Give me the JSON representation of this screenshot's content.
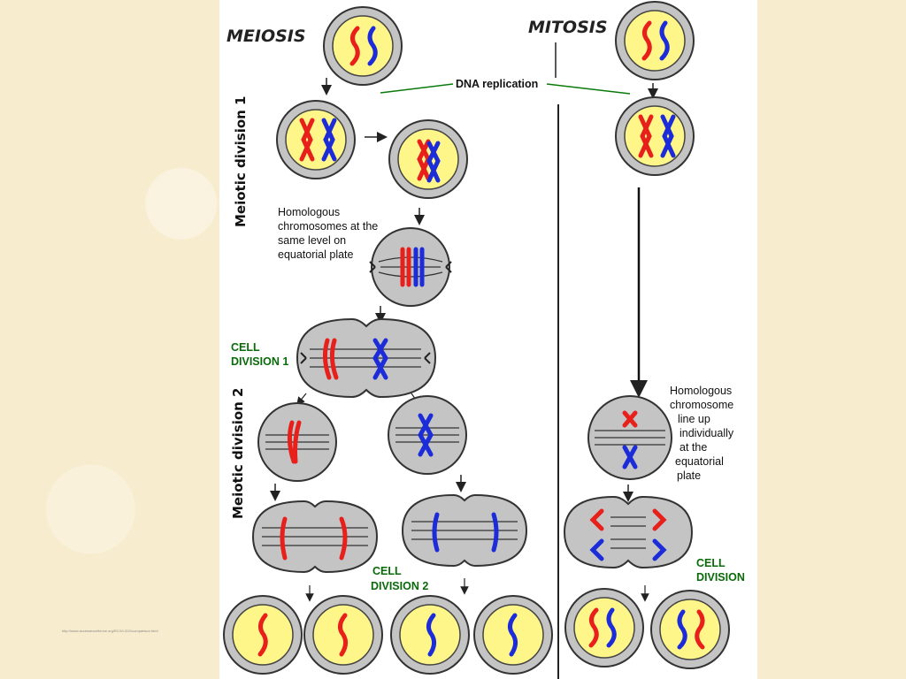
{
  "headings": {
    "meiosis": "MEIOSIS",
    "mitosis": "MITOSIS"
  },
  "labels": {
    "dna_replication": "DNA replication",
    "meiotic_division_1": "Meiotic division 1",
    "meiotic_division_2": "Meiotic division 2",
    "homologous_meiosis": [
      "Homologous",
      "chromosomes at the",
      "same level on",
      "equatorial plate"
    ],
    "homologous_mitosis": [
      "Homologous",
      "chromosome",
      "line up",
      "individually",
      "at the",
      "equatorial",
      "plate"
    ],
    "cell_division_1": [
      "CELL",
      "DIVISION 1"
    ],
    "cell_division_2": [
      "CELL",
      "DIVISION 2"
    ],
    "cell_division": [
      "CELL",
      "DIVISION"
    ]
  },
  "credit": "http://www.accessexcellence.org/RC/VL/GG/comparison.html",
  "colors": {
    "background": "#f7ecce",
    "panel": "#ffffff",
    "cell_membrane": "#c4c4c4",
    "nucleus": "#fff68a",
    "chromosome_red": "#e8201c",
    "chromosome_blue": "#1c2cd8",
    "label_green": "#0a6a0a"
  }
}
